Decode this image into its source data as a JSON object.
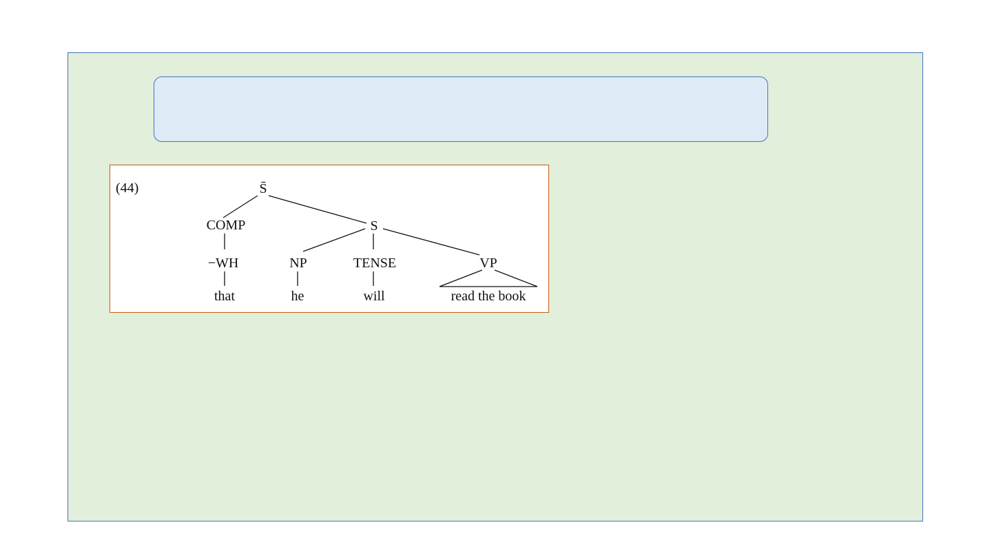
{
  "slide": {
    "title": "",
    "example_number": "(44)",
    "tree": {
      "root": "S̄",
      "comp": "COMP",
      "s": "S",
      "wh": "−WH",
      "np": "NP",
      "tense": "TENSE",
      "vp": "VP",
      "that": "that",
      "he": "he",
      "will": "will",
      "read_the_book": "read the book"
    }
  }
}
